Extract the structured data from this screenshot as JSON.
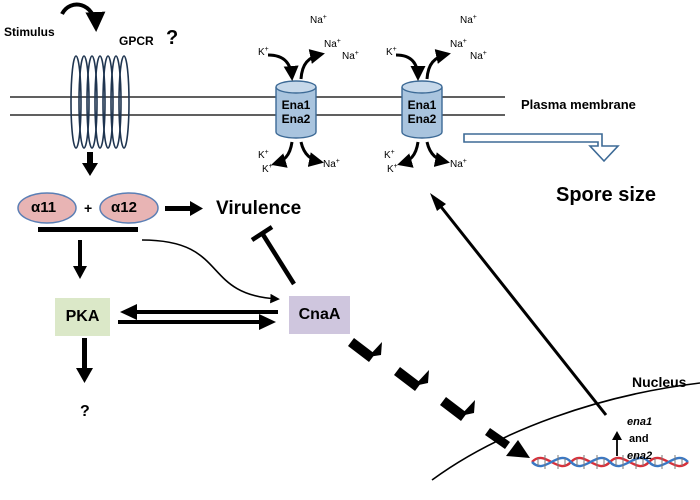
{
  "stimulus": "Stimulus",
  "gpcr": "GPCR",
  "gpcr_question": "?",
  "alpha11": "α11",
  "plus": "+",
  "alpha12": "α12",
  "virulence": "Virulence",
  "pka": "PKA",
  "pka_question": "?",
  "cnaa": "CnaA",
  "plasma_membrane": "Plasma membrane",
  "spore_size": "Spore size",
  "nucleus": "Nucleus",
  "gene1": "ena1",
  "gene_and": "and",
  "gene2": "ena2",
  "channel1": {
    "line1": "Ena1",
    "line2": "Ena2"
  },
  "channel2": {
    "line1": "Ena1",
    "line2": "Ena2"
  },
  "ions": {
    "k": "K",
    "na": "Na",
    "plus": "+"
  },
  "colors": {
    "alpha_fill": "#e8b4b4",
    "alpha_stroke": "#5b7fb5",
    "pka_fill": "#dbe8c8",
    "cnaa_fill": "#cfc6de",
    "channel_fill": "#a9c4de",
    "channel_stroke": "#3d6a96",
    "dna_blue": "#3a78c4",
    "dna_red": "#d8303a"
  }
}
